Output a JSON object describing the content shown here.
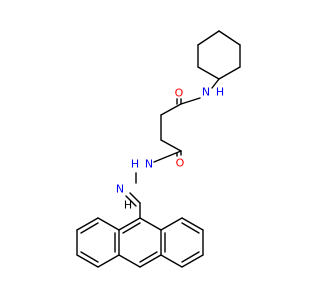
{
  "molecule": {
    "atoms": {
      "amide_n": {
        "symbol": "N",
        "hydrogen": "H"
      },
      "amide_o": {
        "symbol": "O"
      },
      "hydrazide_o": {
        "symbol": "O"
      },
      "hydrazide_n": {
        "symbol": "N",
        "hydrogen": "H"
      },
      "imine_n": {
        "symbol": "N"
      },
      "imine_h": {
        "symbol": "H"
      }
    }
  },
  "colors": {
    "bond": "#000000",
    "nitrogen": "#0000ff",
    "oxygen": "#ff0000",
    "carbon": "#000000"
  }
}
